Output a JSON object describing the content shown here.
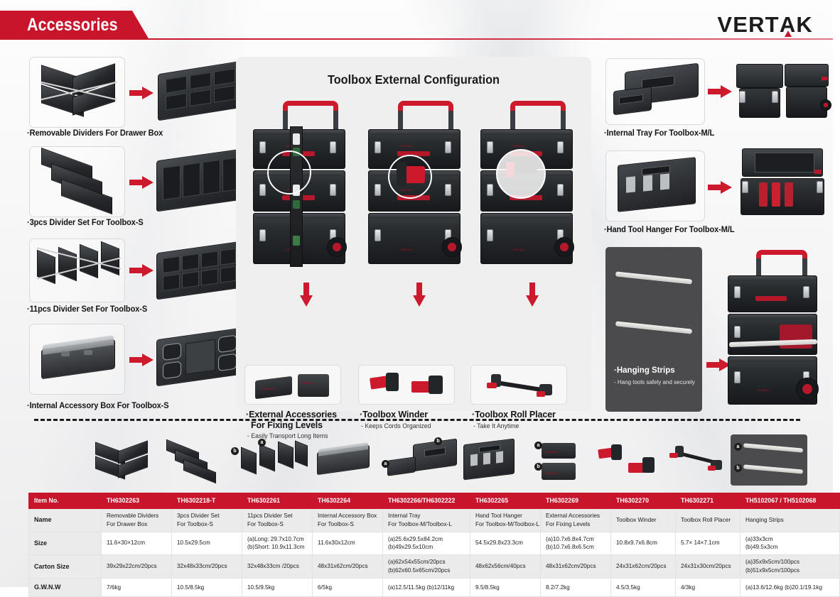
{
  "header": {
    "tab_title": "Accessories",
    "brand": "VERTAK",
    "accent_red": "#C8152B",
    "brand_dark": "#1B1B1B"
  },
  "left_column": [
    {
      "id": "removable-dividers",
      "caption": "Removable Dividers For Drawer Box",
      "arrow_icon": "arrow-right-icon"
    },
    {
      "id": "3pcs-divider-set",
      "caption": "3pcs Divider Set For Toolbox-S",
      "arrow_icon": "arrow-right-icon"
    },
    {
      "id": "11pcs-divider-set",
      "caption": "11pcs Divider Set For Toolbox-S",
      "arrow_icon": "arrow-right-icon"
    },
    {
      "id": "internal-accessory-box",
      "caption": "Internal Accessory Box For Toolbox-S",
      "arrow_icon": "arrow-right-icon"
    }
  ],
  "center_panel": {
    "title": "Toolbox External Configuration",
    "arrow_icon": "arrow-down-icon",
    "callouts": [
      {
        "id": "external-accessories",
        "title_line1": "External Accessories",
        "title_line2": "For Fixing Levels",
        "subtitle": "Easily Transport Long Items"
      },
      {
        "id": "toolbox-winder",
        "title_line1": "Toolbox Winder",
        "title_line2": "",
        "subtitle": "Keeps Cords Organized"
      },
      {
        "id": "toolbox-roll-placer",
        "title_line1": "Toolbox Roll Placer",
        "title_line2": "",
        "subtitle": "Take It Anytime"
      }
    ]
  },
  "right_column": [
    {
      "id": "internal-tray",
      "caption": "Internal Tray For Toolbox-M/L",
      "arrow_icon": "arrow-right-icon"
    },
    {
      "id": "hand-tool-hanger",
      "caption": "Hand Tool Hanger For Toolbox-M/L",
      "arrow_icon": "arrow-right-icon"
    }
  ],
  "dark_panel": {
    "id": "hanging-strips",
    "caption": "Hanging Strips",
    "subtitle": "Hang tools safely and securely",
    "arrow_icon": "arrow-right-icon",
    "bg": "#4B4B4D"
  },
  "thumb_strip": [
    {
      "id": "thumb-removable-dividers",
      "badges": []
    },
    {
      "id": "thumb-3pcs-divider-set",
      "badges": []
    },
    {
      "id": "thumb-11pcs-divider-set",
      "badges": [
        "a",
        "b"
      ]
    },
    {
      "id": "thumb-internal-accessory-box",
      "badges": []
    },
    {
      "id": "thumb-internal-tray",
      "badges": [
        "a",
        "b"
      ]
    },
    {
      "id": "thumb-hand-tool-hanger",
      "badges": []
    },
    {
      "id": "thumb-external-accessories",
      "badges": [
        "a",
        "b"
      ]
    },
    {
      "id": "thumb-toolbox-winder",
      "badges": []
    },
    {
      "id": "thumb-toolbox-roll-placer",
      "badges": []
    },
    {
      "id": "thumb-hanging-strips",
      "badges": [
        "a",
        "b"
      ]
    }
  ],
  "table": {
    "row_labels": [
      "Item No.",
      "Name",
      "Size",
      "Carton  Size",
      "G.W.N.W"
    ],
    "columns": [
      {
        "item_no": "TH6302263",
        "name": [
          "Removable Dividers",
          "For Drawer Box"
        ],
        "size": [
          "11.6×30×12cm"
        ],
        "carton_size": [
          "39x29x22cm/20pcs"
        ],
        "gw_nw": [
          "7/6kg"
        ]
      },
      {
        "item_no": "TH6302218-T",
        "name": [
          "3pcs Divider Set",
          "For Toolbox-S"
        ],
        "size": [
          "10.5x29.5cm"
        ],
        "carton_size": [
          "32x48x33cm/20pcs"
        ],
        "gw_nw": [
          "10.5/8.5kg"
        ]
      },
      {
        "item_no": "TH6302261",
        "name": [
          "11pcs Divider Set",
          "For Toolbox-S"
        ],
        "size": [
          "(a)Long: 29.7x10.7cm",
          "(b)Short: 10.9x11.3cm"
        ],
        "carton_size": [
          "32x48x33cm /20pcs"
        ],
        "gw_nw": [
          "10.5/9.5kg"
        ]
      },
      {
        "item_no": "TH6302264",
        "name": [
          "Internal Accessory Box",
          "For Toolbox-S"
        ],
        "size": [
          "11.6x30x12cm"
        ],
        "carton_size": [
          "48x31x62cm/20pcs"
        ],
        "gw_nw": [
          "6/5kg"
        ]
      },
      {
        "item_no": "TH6302266/TH6302222",
        "name": [
          "Internal Tray",
          "For  Toolbox-M/Toolbox-L"
        ],
        "size": [
          "(a)25.6x29.5x84.2cm",
          "(b)49x29.5x10cm"
        ],
        "carton_size": [
          "(a)62x54x55cm/20pcs",
          "(b)62x60.5x65cm/20pcs"
        ],
        "gw_nw": [
          "(a)12.5/11.5kg (b)12/11kg"
        ]
      },
      {
        "item_no": "TH6302265",
        "name": [
          "Hand Tool Hanger",
          "For Toolbox-M/Toolbox-L"
        ],
        "size": [
          "54.5x29.8x23.3cm"
        ],
        "carton_size": [
          "48x62x56cm/40pcs"
        ],
        "gw_nw": [
          "9.5/8.5kg"
        ]
      },
      {
        "item_no": "TH6302269",
        "name": [
          "External Accessories",
          "For Fixing Levels"
        ],
        "size": [
          "(a)10.7x6.8x4.7cm",
          "(b)10.7x6.8x6.5cm"
        ],
        "carton_size": [
          "48x31x62cm/20pcs"
        ],
        "gw_nw": [
          "8.2/7.2kg"
        ]
      },
      {
        "item_no": "TH6302270",
        "name": [
          "Toolbox Winder"
        ],
        "size": [
          "10.8x9.7x6.8cm"
        ],
        "carton_size": [
          "24x31x62cm/20pcs"
        ],
        "gw_nw": [
          "4.5/3.5kg"
        ]
      },
      {
        "item_no": "TH6302271",
        "name": [
          "Toolbox Roll Placer"
        ],
        "size": [
          "5.7× 14×7.1cm"
        ],
        "carton_size": [
          "24x31x30cm/20pcs"
        ],
        "gw_nw": [
          "4/3kg"
        ]
      },
      {
        "item_no": "TH5102067 / TH5102068",
        "name": [
          "Hanging Strips"
        ],
        "size": [
          "(a)33x3cm",
          "(b)49.5x3cm"
        ],
        "carton_size": [
          "(a)35x9x5cm/100pcs",
          "(b)51x9x5cm/100pcs"
        ],
        "gw_nw": [
          "(a)13.6/12.6kg (b)20.1/19.1kg"
        ]
      }
    ]
  }
}
